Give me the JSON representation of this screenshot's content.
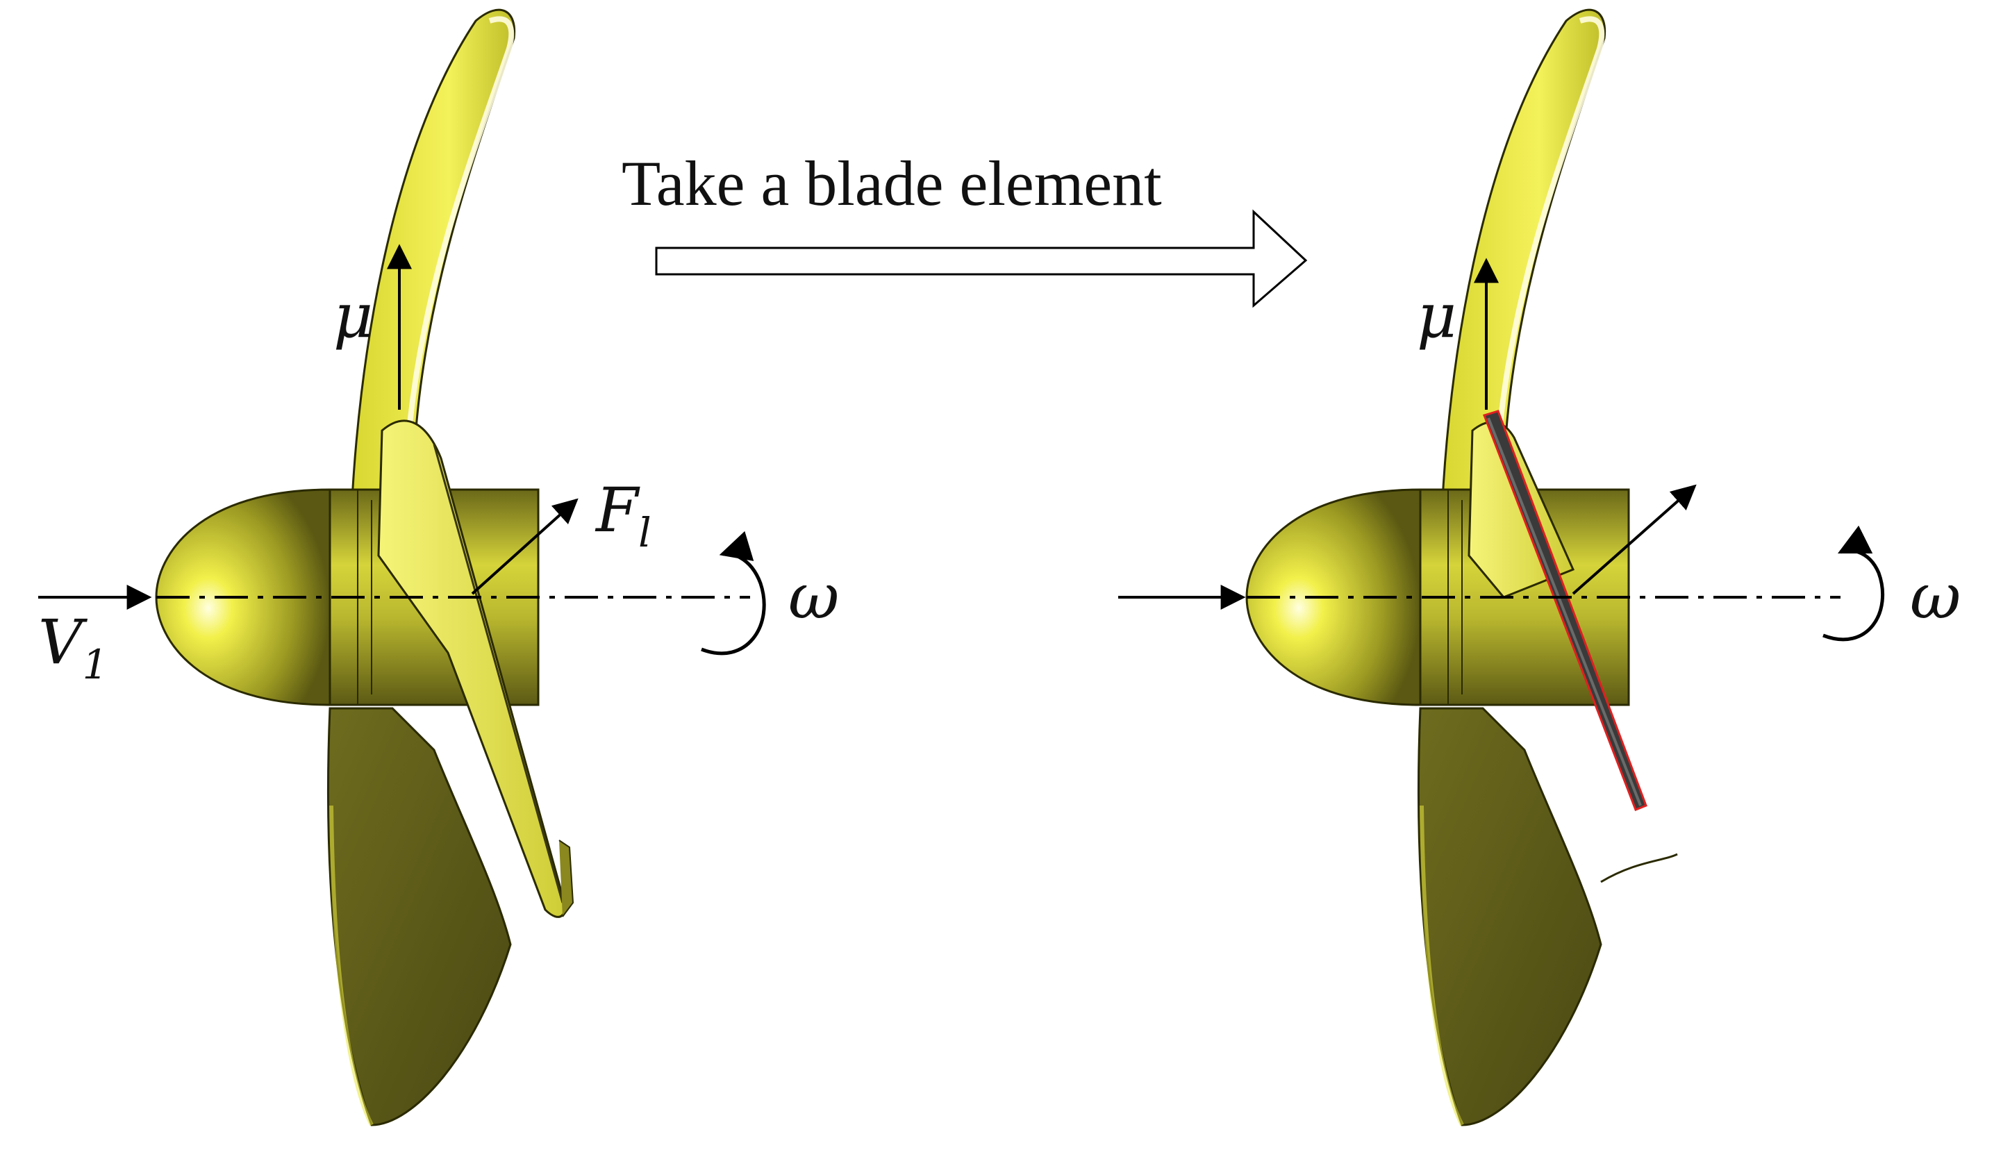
{
  "caption": "Take a blade element",
  "left": {
    "labels": {
      "mu": "μ",
      "force": "F",
      "force_sub": "l",
      "velocity": "V",
      "velocity_sub": "1",
      "omega": "ω"
    }
  },
  "right": {
    "labels": {
      "mu": "μ",
      "omega": "ω"
    }
  },
  "colors": {
    "blade_light": "#e8e83c",
    "blade_dark": "#58561a",
    "hub": "#a8a628",
    "outline": "#2a2a00",
    "section_highlight": "#e02020",
    "section_fill": "#3a3a3a"
  }
}
